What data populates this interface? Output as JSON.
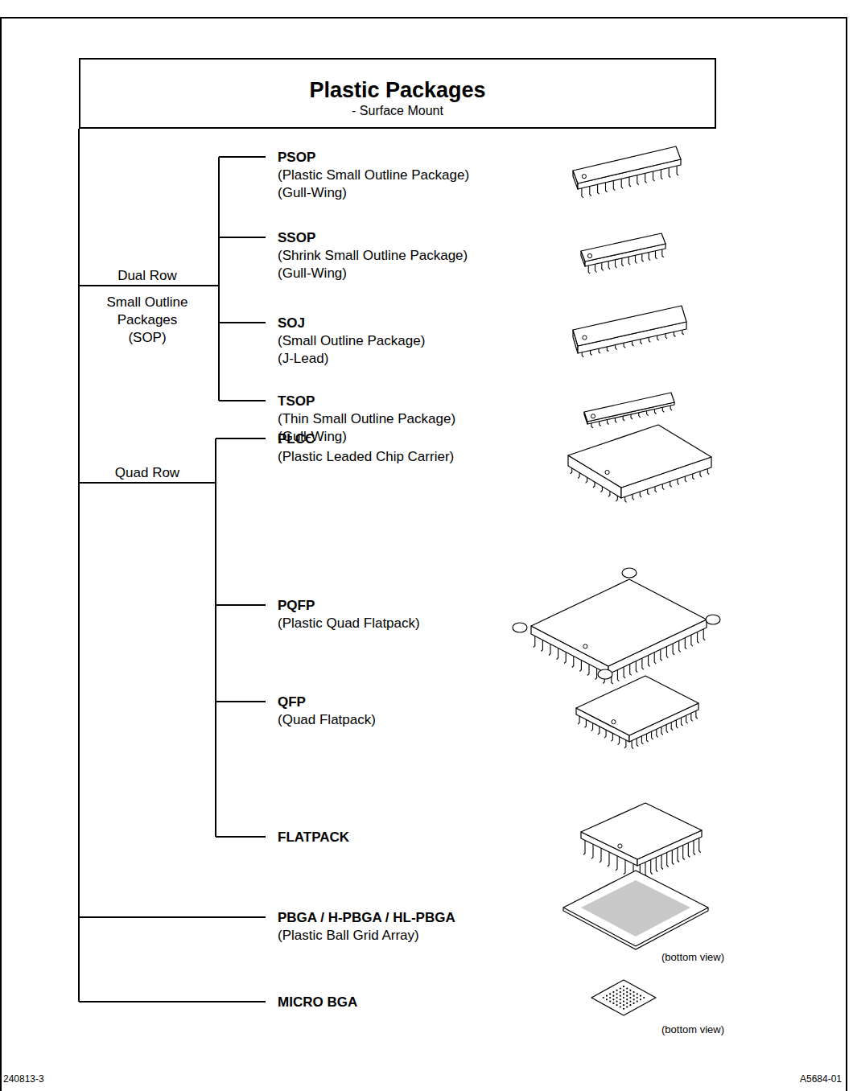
{
  "diagram": {
    "nodes": [
      {
        "text": [
          "Plastic Packages",
          "- Surface Mount"
        ]
      }
    ],
    "labels": [
      "Dual Row",
      "Small Outline Packages (SOP)",
      "PSOP",
      "(Plastic Small Outline Package)",
      "(Gull-Wing)",
      "SSOP",
      "(Shrink Small Outline Package)",
      "(Gull-Wing)",
      "SOJ",
      "(Small Outline Package)",
      "(J-Lead)",
      "TSOP",
      "(Thin Small Outline Package)",
      "(Gull-Wing)",
      "PLCC",
      "(Plastic Leaded Chip Carrier)",
      "Quad Row",
      "PQFP",
      "(Plastic Quad Flatpack)",
      "QFP",
      "(Quad Flatpack)",
      "FLATPACK",
      "PBGA / H-PBGA / HL-PBGA",
      "(Plastic Ball Grid Array)",
      "(bottom view)",
      "MICRO BGA",
      "(bottom view)",
      "240813-3",
      "A5684-01"
    ]
  }
}
